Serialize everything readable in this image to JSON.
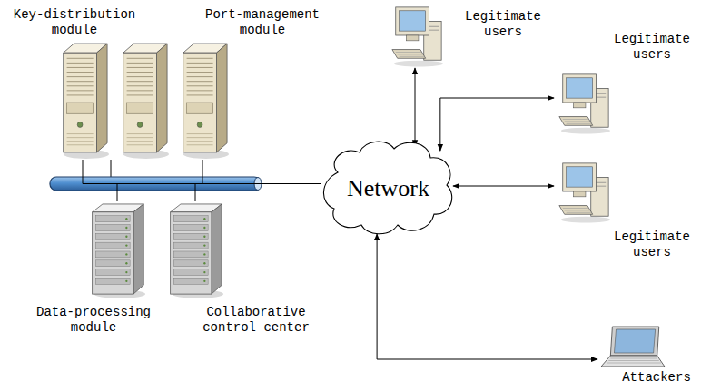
{
  "diagram": {
    "nodes": [
      {
        "text": [
          "Key-distribution module"
        ]
      },
      {
        "text": [
          "Port-management module"
        ]
      },
      {
        "text": [
          "Data-processing module"
        ]
      },
      {
        "text": [
          "Collaborative control center"
        ]
      },
      {
        "text": [
          "Network"
        ]
      },
      {
        "text": [
          "Legitimate users"
        ]
      },
      {
        "text": [
          "Legitimate users"
        ]
      },
      {
        "text": [
          "Legitimate users"
        ]
      },
      {
        "text": [
          "Attackers"
        ]
      }
    ],
    "edges": [
      {
        "from": 0,
        "to": 4,
        "arrow": "none"
      },
      {
        "from": 1,
        "to": 4,
        "arrow": "none"
      },
      {
        "from": 2,
        "to": 4,
        "arrow": "none"
      },
      {
        "from": 3,
        "to": 4,
        "arrow": "none"
      },
      {
        "from": 4,
        "to": 5,
        "arrow": "both"
      },
      {
        "from": 4,
        "to": 6,
        "arrow": "both"
      },
      {
        "from": 4,
        "to": 7,
        "arrow": "both"
      },
      {
        "from": 4,
        "to": 8,
        "arrow": "both"
      }
    ]
  }
}
